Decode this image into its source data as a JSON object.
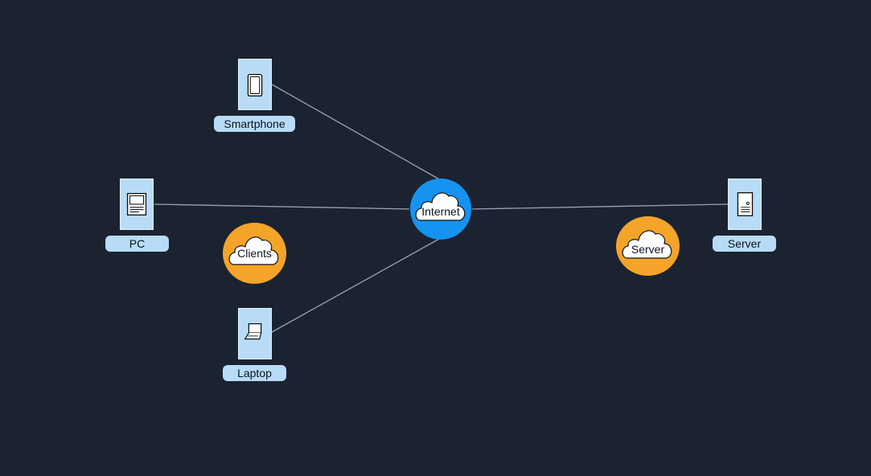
{
  "diagram": {
    "nodes": {
      "smartphone": {
        "label": "Smartphone",
        "icon": "smartphone-icon"
      },
      "pc": {
        "label": "PC",
        "icon": "desktop-pc-icon"
      },
      "laptop": {
        "label": "Laptop",
        "icon": "laptop-icon"
      },
      "server": {
        "label": "Server",
        "icon": "server-icon"
      },
      "internet": {
        "label": "Internet",
        "icon": "cloud-icon"
      },
      "clients_group": {
        "label": "Clients",
        "icon": "cloud-icon"
      },
      "server_group": {
        "label": "Server",
        "icon": "cloud-icon"
      }
    },
    "edges": [
      {
        "from": "Smartphone",
        "to": "Internet"
      },
      {
        "from": "PC",
        "to": "Internet"
      },
      {
        "from": "Laptop",
        "to": "Internet"
      },
      {
        "from": "Internet",
        "to": "Server"
      }
    ]
  },
  "colors": {
    "background": "#1b2331",
    "device_fill": "#b8dcf7",
    "internet_fill": "#1593f0",
    "group_fill": "#f5a42a",
    "edge": "#9aa3ad",
    "cloud_fill": "#ffffff"
  }
}
